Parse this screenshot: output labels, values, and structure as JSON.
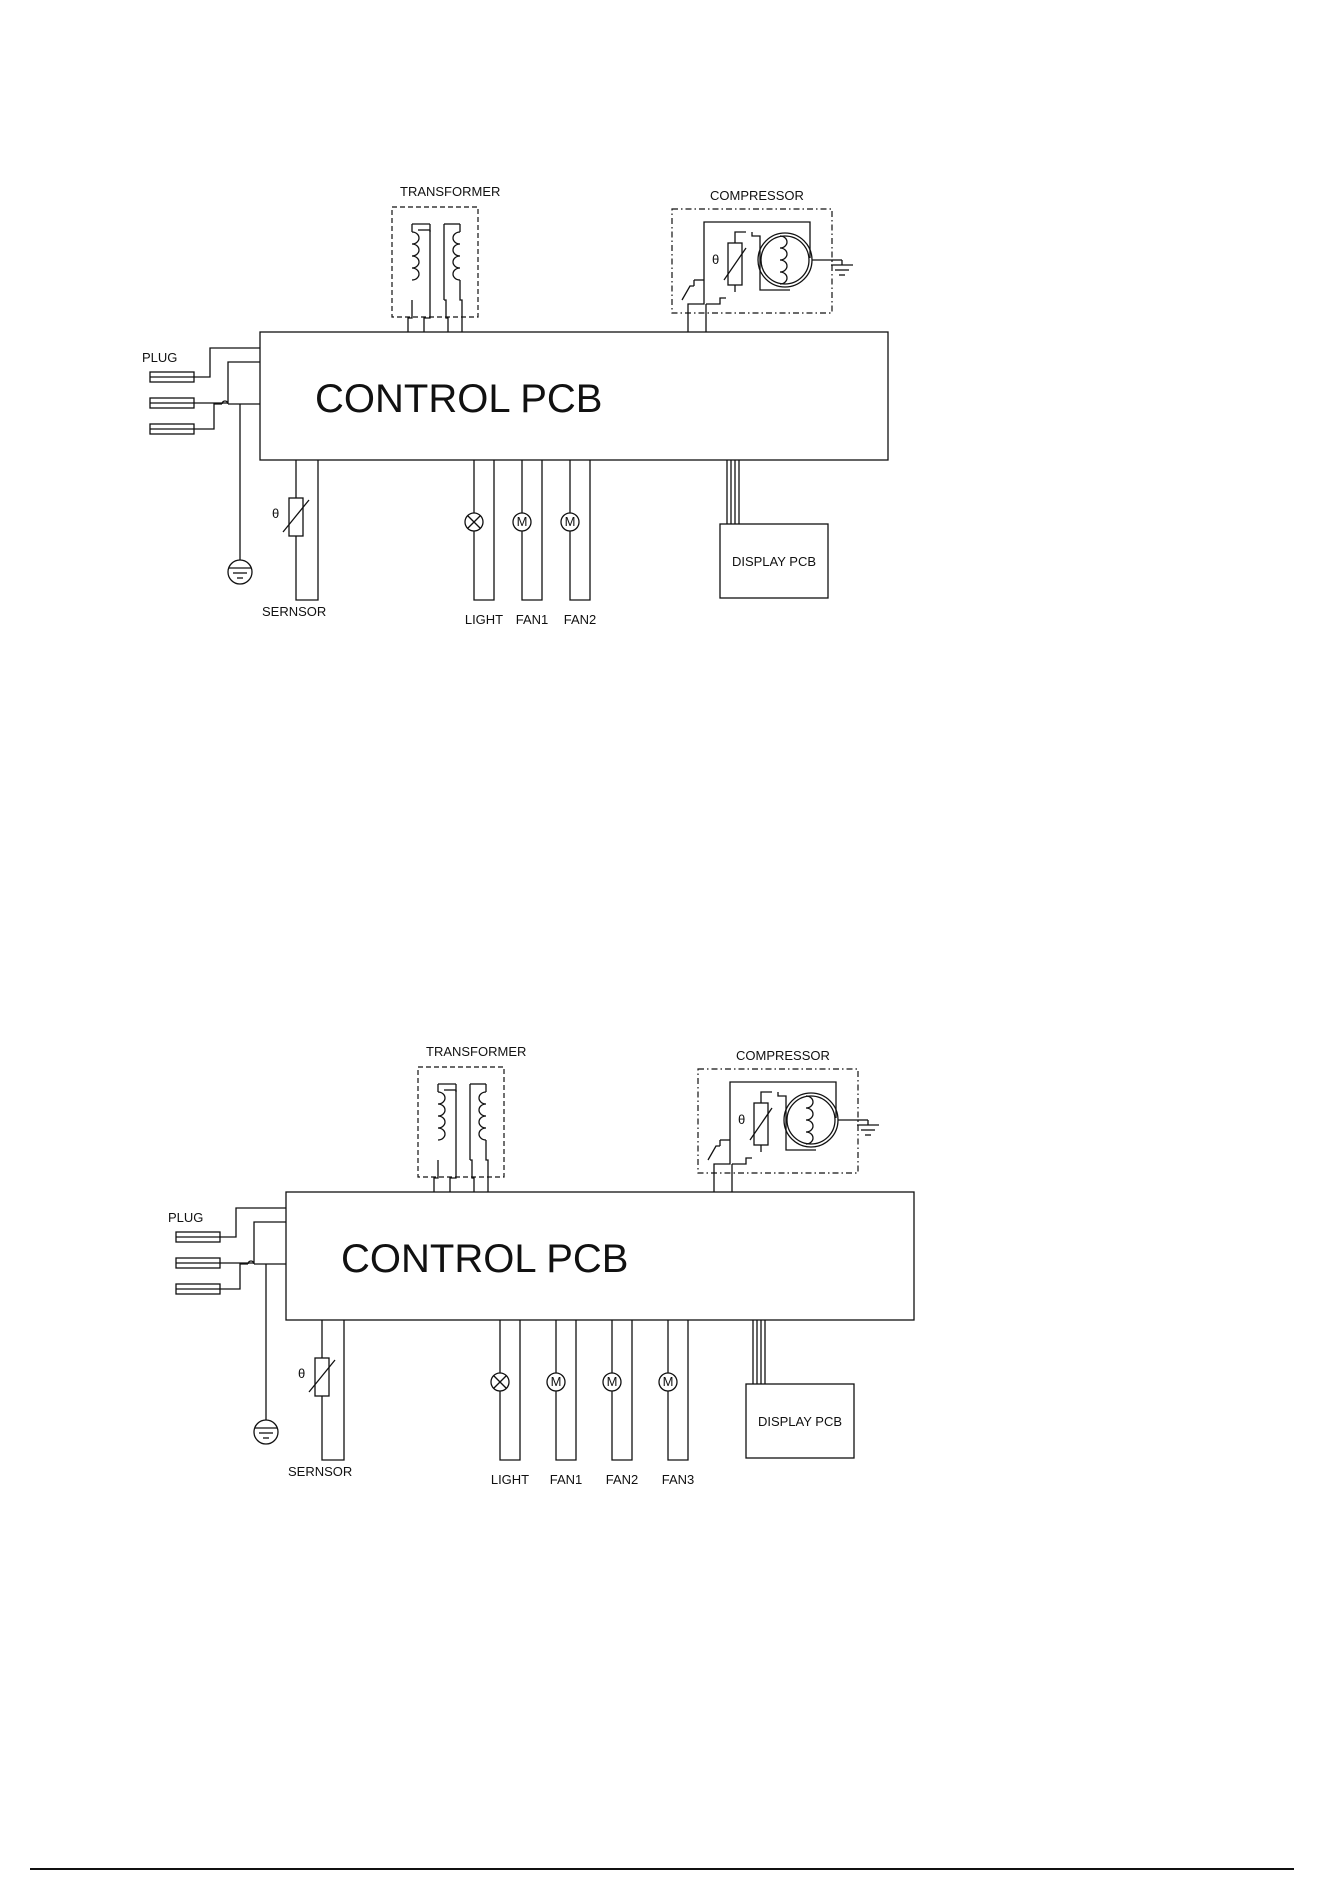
{
  "diagrams": [
    {
      "transformer": "TRANSFORMER",
      "compressor": "COMPRESSOR",
      "plug": "PLUG",
      "control_pcb": "CONTROL PCB",
      "theta": "θ",
      "sensor": "SERNSOR",
      "display_pcb": "DISPLAY PCB",
      "loads": [
        {
          "label": "LIGHT",
          "symbol": "lamp"
        },
        {
          "label": "FAN1",
          "symbol": "motor"
        },
        {
          "label": "FAN2",
          "symbol": "motor-bold"
        }
      ]
    },
    {
      "transformer": "TRANSFORMER",
      "compressor": "COMPRESSOR",
      "plug": "PLUG",
      "control_pcb": "CONTROL PCB",
      "theta": "θ",
      "sensor": "SERNSOR",
      "display_pcb": "DISPLAY PCB",
      "loads": [
        {
          "label": "LIGHT",
          "symbol": "lamp"
        },
        {
          "label": "FAN1",
          "symbol": "motor"
        },
        {
          "label": "FAN2",
          "symbol": "motor-bold"
        },
        {
          "label": "FAN3",
          "symbol": "motor"
        }
      ]
    }
  ],
  "motor_letter": "M"
}
